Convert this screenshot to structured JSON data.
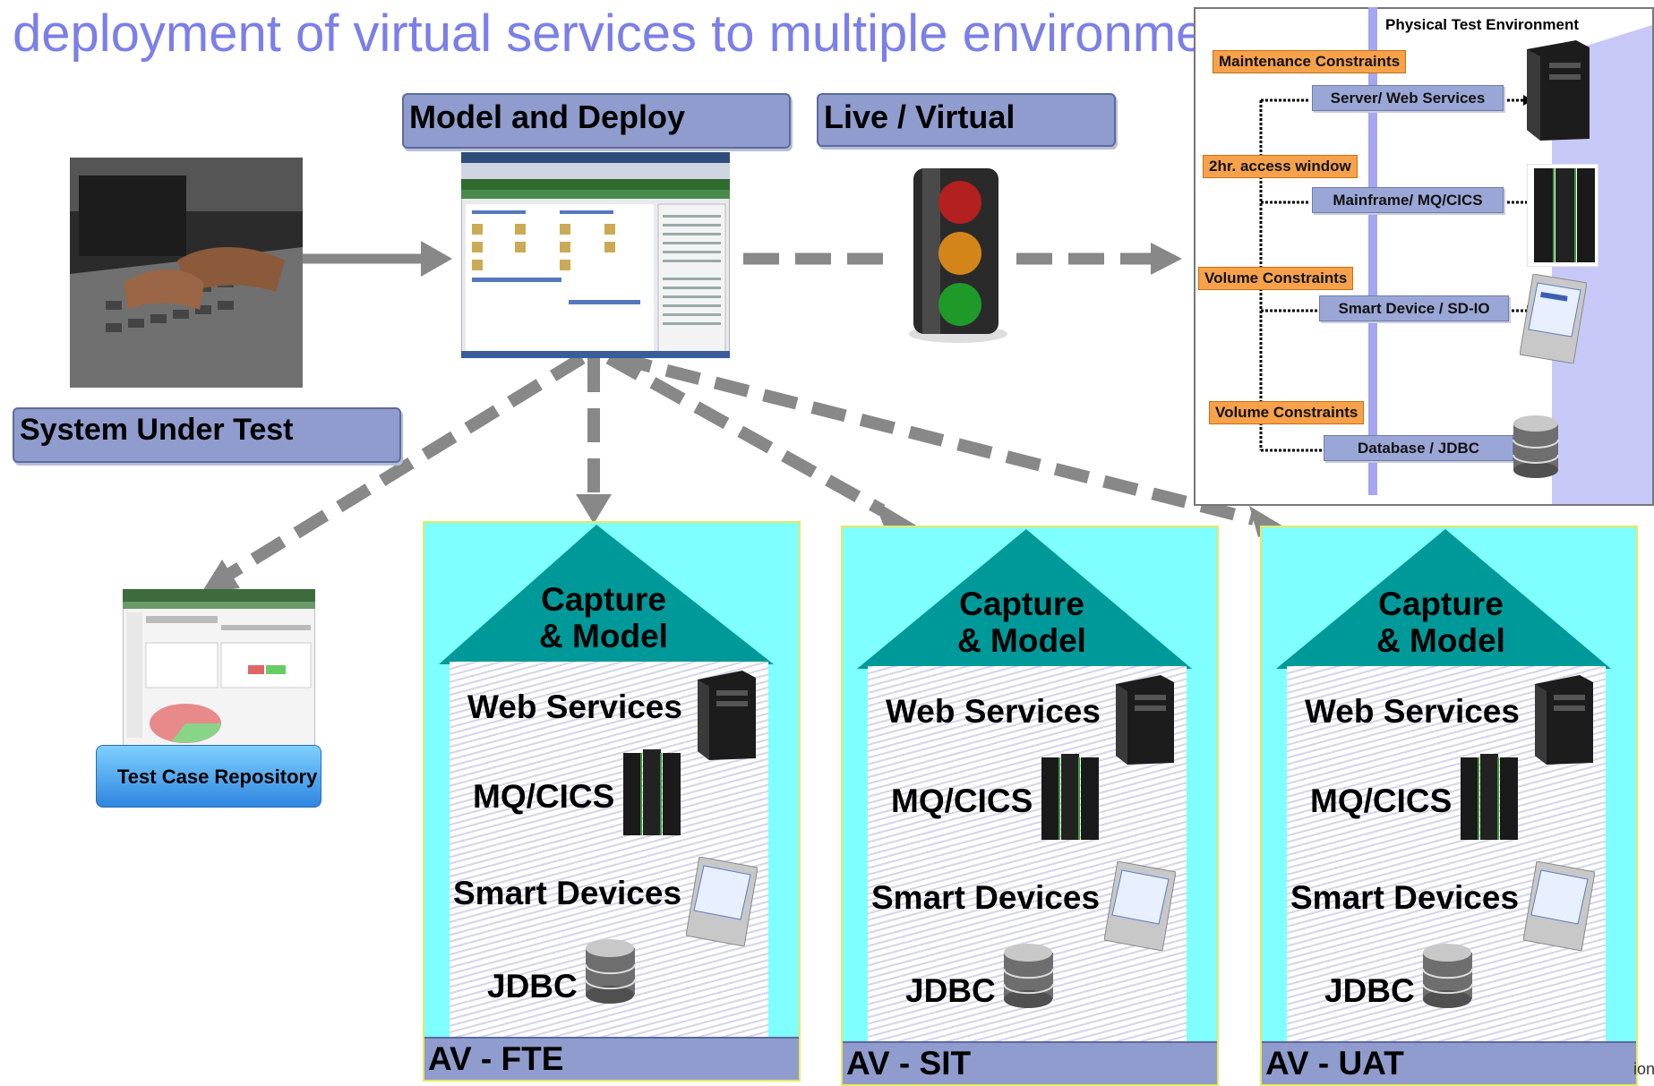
{
  "title": "deployment of virtual services to multiple environments",
  "labels": {
    "model_deploy": "Model and Deploy",
    "live_virtual": "Live / Virtual",
    "system_under_test": "System Under Test",
    "test_case_repository": "Test Case Repository"
  },
  "physical_env": {
    "title": "Physical Test Environment",
    "constraints": [
      "Maintenance Constraints",
      "2hr. access window",
      "Volume Constraints",
      "Volume Constraints"
    ],
    "systems": [
      "Server/ Web Services",
      "Mainframe/ MQ/CICS",
      "Smart Device / SD-IO",
      "Database / JDBC"
    ]
  },
  "environments": [
    {
      "capture_line1": "Capture",
      "capture_line2": "& Model",
      "web": "Web Services",
      "mq": "MQ/CICS",
      "smart": "Smart Devices",
      "jdbc": "JDBC",
      "name": "AV -  FTE"
    },
    {
      "capture_line1": "Capture",
      "capture_line2": "& Model",
      "web": "Web Services",
      "mq": "MQ/CICS",
      "smart": "Smart Devices",
      "jdbc": "JDBC",
      "name": "AV -  SIT"
    },
    {
      "capture_line1": "Capture",
      "capture_line2": "& Model",
      "web": "Web Services",
      "mq": "MQ/CICS",
      "smart": "Smart Devices",
      "jdbc": "JDBC",
      "name": "AV -  UAT"
    }
  ],
  "footer_fragment": "ion",
  "icons": [
    "laptop-icon",
    "app-screenshot-icon",
    "traffic-light-icon",
    "server-tower-icon",
    "mainframe-icon",
    "pda-icon",
    "database-icon",
    "dashboard-screenshot-icon"
  ],
  "colors": {
    "title": "#7b7fe8",
    "env_fill": "#7fffff",
    "triangle": "#009999",
    "label_box": "#8f9ccd",
    "constraint_tag": "#f7a24a",
    "arrow": "#888888"
  }
}
